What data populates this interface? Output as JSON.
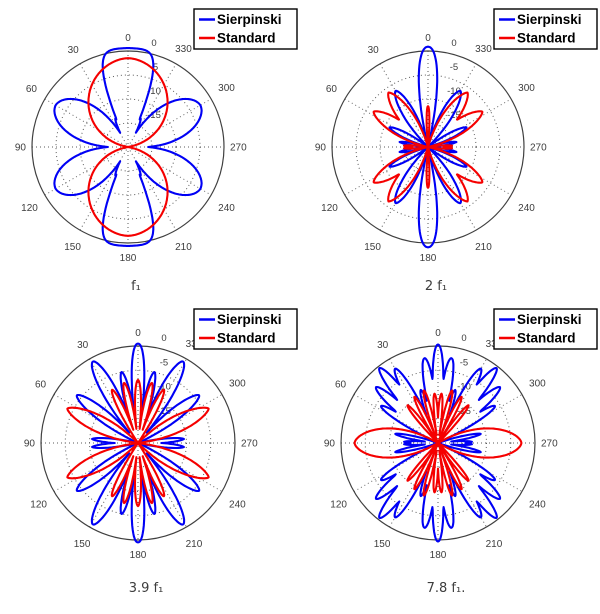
{
  "figure": {
    "background": "#ffffff",
    "description": "Radiation patterns of Sierpinski and Standard antennas at four frequencies"
  },
  "legend": {
    "items": [
      {
        "label": "Sierpinski",
        "color": "#0000f5"
      },
      {
        "label": "Standard",
        "color": "#f50000"
      }
    ]
  },
  "polar_axes": {
    "angle_labels": [
      0,
      30,
      60,
      90,
      120,
      150,
      180,
      210,
      240,
      270,
      300,
      330
    ],
    "angle_direction": "counterclockwise-from-top",
    "radial_ticks": [
      0,
      -5,
      -10,
      -15
    ],
    "r_min": -20,
    "r_max": 0,
    "r_unit": "dB"
  },
  "chart_data": [
    {
      "type": "polar",
      "caption": "f₁",
      "series": [
        {
          "name": "Sierpinski",
          "color": "#0000f5",
          "mirror_lr": true,
          "mirror_tb": true,
          "lobes": [
            {
              "angle": 0,
              "peak_db": 0.6,
              "width": 24,
              "exp": 6
            },
            {
              "angle": 24,
              "peak_db": -13.5,
              "width": 8,
              "exp": 1.5
            },
            {
              "angle": 60,
              "peak_db": -2.6,
              "width": 35,
              "exp": 1.8
            }
          ]
        },
        {
          "name": "Standard",
          "color": "#f50000",
          "mirror_lr": true,
          "mirror_tb": true,
          "lobes": [
            {
              "angle": 0,
              "peak_db": -1.5,
              "width": 80,
              "exp": 1.7
            }
          ]
        }
      ]
    },
    {
      "type": "polar",
      "caption": "2 f₁",
      "series": [
        {
          "name": "Sierpinski",
          "color": "#0000f5",
          "mirror_lr": true,
          "mirror_tb": true,
          "lobes": [
            {
              "angle": 0,
              "peak_db": 0.9,
              "width": 13,
              "exp": 2.2
            },
            {
              "angle": 30,
              "peak_db": -6.5,
              "width": 15,
              "exp": 1.6
            },
            {
              "angle": 63,
              "peak_db": -11,
              "width": 11,
              "exp": 1.5
            },
            {
              "angle": 80,
              "peak_db": -14,
              "width": 7,
              "exp": 1.5
            }
          ]
        },
        {
          "name": "Standard",
          "color": "#f50000",
          "mirror_lr": true,
          "mirror_tb": true,
          "lobes": [
            {
              "angle": 0,
              "peak_db": -11.5,
              "width": 5,
              "exp": 2
            },
            {
              "angle": 36,
              "peak_db": -6,
              "width": 20,
              "exp": 1.4
            },
            {
              "angle": 57,
              "peak_db": -6.5,
              "width": 20,
              "exp": 1.4
            },
            {
              "angle": 87,
              "peak_db": -15,
              "width": 6,
              "exp": 1.5
            }
          ]
        }
      ]
    },
    {
      "type": "polar",
      "caption": "3.9 f₁",
      "series": [
        {
          "name": "Sierpinski",
          "color": "#0000f5",
          "mirror_lr": true,
          "mirror_tb": true,
          "lobes": [
            {
              "angle": 0,
              "peak_db": 0.5,
              "width": 9,
              "exp": 2.2
            },
            {
              "angle": 13,
              "peak_db": -5,
              "width": 8,
              "exp": 1.8
            },
            {
              "angle": 29,
              "peak_db": -0.8,
              "width": 12,
              "exp": 1.8
            },
            {
              "angle": 52,
              "peak_db": -4,
              "width": 13,
              "exp": 1.6
            },
            {
              "angle": 85,
              "peak_db": -10.5,
              "width": 8,
              "exp": 1.5
            }
          ]
        },
        {
          "name": "Standard",
          "color": "#f50000",
          "mirror_lr": true,
          "mirror_tb": true,
          "lobes": [
            {
              "angle": 0,
              "peak_db": -7,
              "width": 7.5,
              "exp": 1.8
            },
            {
              "angle": 13,
              "peak_db": -7.3,
              "width": 7.5,
              "exp": 1.8
            },
            {
              "angle": 26,
              "peak_db": -7.8,
              "width": 7.5,
              "exp": 1.8
            },
            {
              "angle": 64,
              "peak_db": -3.8,
              "width": 19,
              "exp": 1.4
            }
          ]
        }
      ]
    },
    {
      "type": "polar",
      "caption": "7.8 f₁.",
      "series": [
        {
          "name": "Sierpinski",
          "color": "#0000f5",
          "mirror_lr": true,
          "mirror_tb": true,
          "lobes": [
            {
              "angle": 0,
              "peak_db": 0.3,
              "width": 8,
              "exp": 2
            },
            {
              "angle": 9,
              "peak_db": -2.3,
              "width": 8,
              "exp": 2
            },
            {
              "angle": 18,
              "peak_db": -8.5,
              "width": 7,
              "exp": 1.8
            },
            {
              "angle": 30,
              "peak_db": -2.3,
              "width": 9,
              "exp": 1.8
            },
            {
              "angle": 38,
              "peak_db": -0.4,
              "width": 9,
              "exp": 1.8
            },
            {
              "angle": 48,
              "peak_db": -2.8,
              "width": 9,
              "exp": 1.8
            },
            {
              "angle": 57,
              "peak_db": -6,
              "width": 8,
              "exp": 1.8
            },
            {
              "angle": 78,
              "peak_db": -11,
              "width": 7,
              "exp": 1.5
            },
            {
              "angle": 88,
              "peak_db": -13,
              "width": 6,
              "exp": 1.5
            }
          ]
        },
        {
          "name": "Standard",
          "color": "#f50000",
          "mirror_lr": true,
          "mirror_tb": true,
          "lobes": [
            {
              "angle": 4,
              "peak_db": -9.8,
              "width": 6,
              "exp": 1.8
            },
            {
              "angle": 15,
              "peak_db": -8.8,
              "width": 6,
              "exp": 1.8
            },
            {
              "angle": 27,
              "peak_db": -9.3,
              "width": 6,
              "exp": 1.8
            },
            {
              "angle": 39,
              "peak_db": -10,
              "width": 6,
              "exp": 1.8
            },
            {
              "angle": 90,
              "peak_db": -2.8,
              "width": 30,
              "exp": 1.6
            }
          ]
        }
      ]
    }
  ]
}
